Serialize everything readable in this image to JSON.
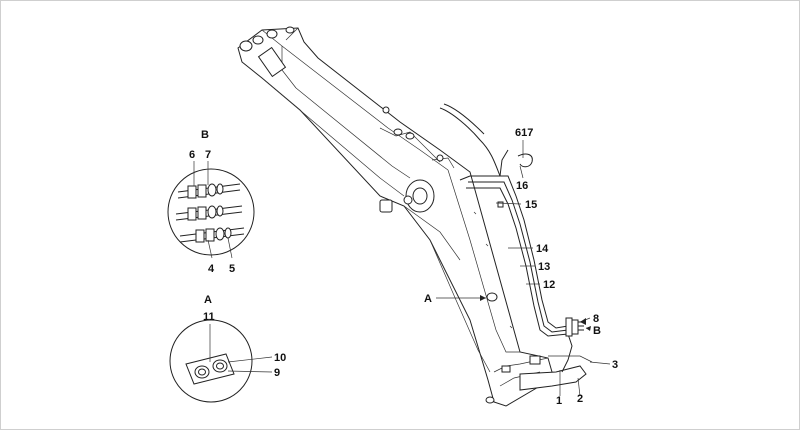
{
  "labels": {
    "detail_b_title": "B",
    "detail_a_title": "A",
    "l6": "6",
    "l7": "7",
    "l4": "4",
    "l5": "5",
    "l11": "11",
    "l10": "10",
    "l9": "9",
    "l617": "617",
    "l16": "16",
    "l15": "15",
    "l14": "14",
    "l13": "13",
    "l12": "12",
    "callout_a": "A",
    "l8": "8",
    "callout_b": "B",
    "l3": "3",
    "l1": "1",
    "l2": "2"
  }
}
